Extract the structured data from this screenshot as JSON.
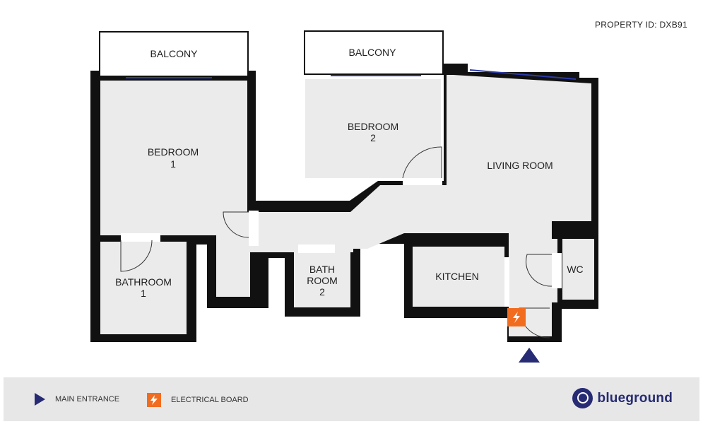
{
  "property_id": "PROPERTY ID: DXB91",
  "rooms": {
    "balcony_1": "BALCONY",
    "balcony_2": "BALCONY",
    "bedroom_1": [
      "BEDROOM",
      "1"
    ],
    "bedroom_2": [
      "BEDROOM",
      "2"
    ],
    "living_room": "LIVING ROOM",
    "bathroom_1": [
      "BATHROOM",
      "1"
    ],
    "bathroom_2": [
      "BATH",
      "ROOM",
      "2"
    ],
    "kitchen": "KITCHEN",
    "wc": "WC"
  },
  "legend": {
    "main_entrance": "MAIN ENTRANCE",
    "electrical_board": "ELECTRICAL BOARD"
  },
  "brand": "blueground",
  "colors": {
    "wall": "#111111",
    "floor": "#ebebeb",
    "window": "#2b3aa8",
    "brand": "#262b73",
    "electrical": "#f26c1f",
    "legend_bg": "#e7e7e7"
  }
}
